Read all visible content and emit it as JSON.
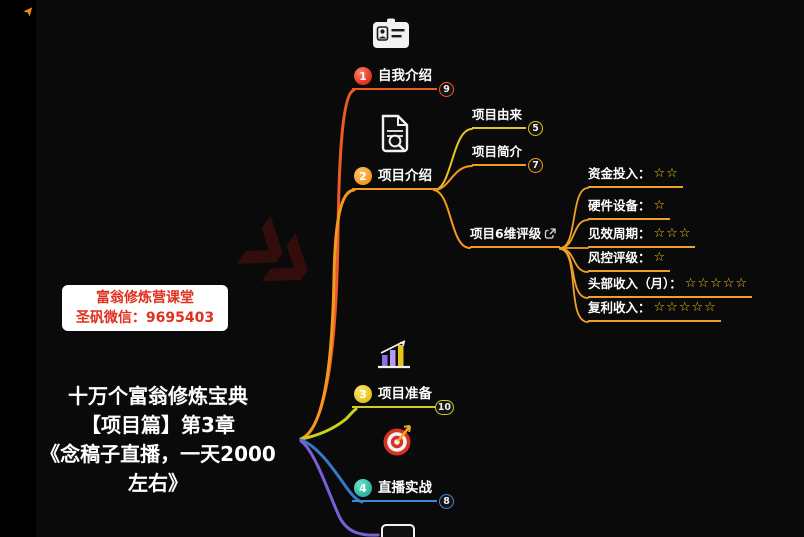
{
  "colors": {
    "background": "#0a0a0a",
    "branch1": "#ee5a24",
    "branch2": "#f39a1e",
    "branch3": "#c9d020",
    "bran4_note": "",
    "branch4": "#3578cc",
    "branch5": "#7b5fd6",
    "child_yellow": "#e8c41e",
    "child_orange": "#f39a1e",
    "rating_line": "#efa028",
    "num1_bg": "#e0301e",
    "num2_bg": "#f39a1e",
    "num3_bg": "#e5c41c",
    "num4_bg": "#2bb39b",
    "accent_red": "#e0301e",
    "star": "#f2c21c"
  },
  "icons": {
    "pointer": "➤",
    "watermark": "»"
  },
  "infobox": {
    "line1": "富翁修炼营课堂",
    "line2": "圣矾微信：9695403"
  },
  "root": {
    "line1": "十万个富翁修炼宝典",
    "line2": "【项目篇】第3章",
    "line3": "《念稿子直播，一天2000",
    "line4": "左右》"
  },
  "branches": {
    "b1": {
      "num": "1",
      "label": "自我介绍",
      "badge": "9"
    },
    "b2": {
      "num": "2",
      "label": "项目介绍"
    },
    "b3": {
      "num": "3",
      "label": "项目准备",
      "badge": "10"
    },
    "b4": {
      "num": "4",
      "label": "直播实战",
      "badge": "8"
    }
  },
  "b2_children": {
    "origin": {
      "label": "项目由来",
      "badge": "5"
    },
    "brief": {
      "label": "项目简介",
      "badge": "7"
    },
    "rating": {
      "label": "项目6维评级"
    }
  },
  "ratings": [
    {
      "label": "资金投入：",
      "stars": "☆☆"
    },
    {
      "label": "硬件设备：",
      "stars": "☆"
    },
    {
      "label": "见效周期：",
      "stars": "☆☆☆"
    },
    {
      "label": "风控评级：",
      "stars": "☆"
    },
    {
      "label": "头部收入（月）：",
      "stars": "☆☆☆☆☆"
    },
    {
      "label": "复利收入：",
      "stars": "☆☆☆☆☆"
    }
  ]
}
